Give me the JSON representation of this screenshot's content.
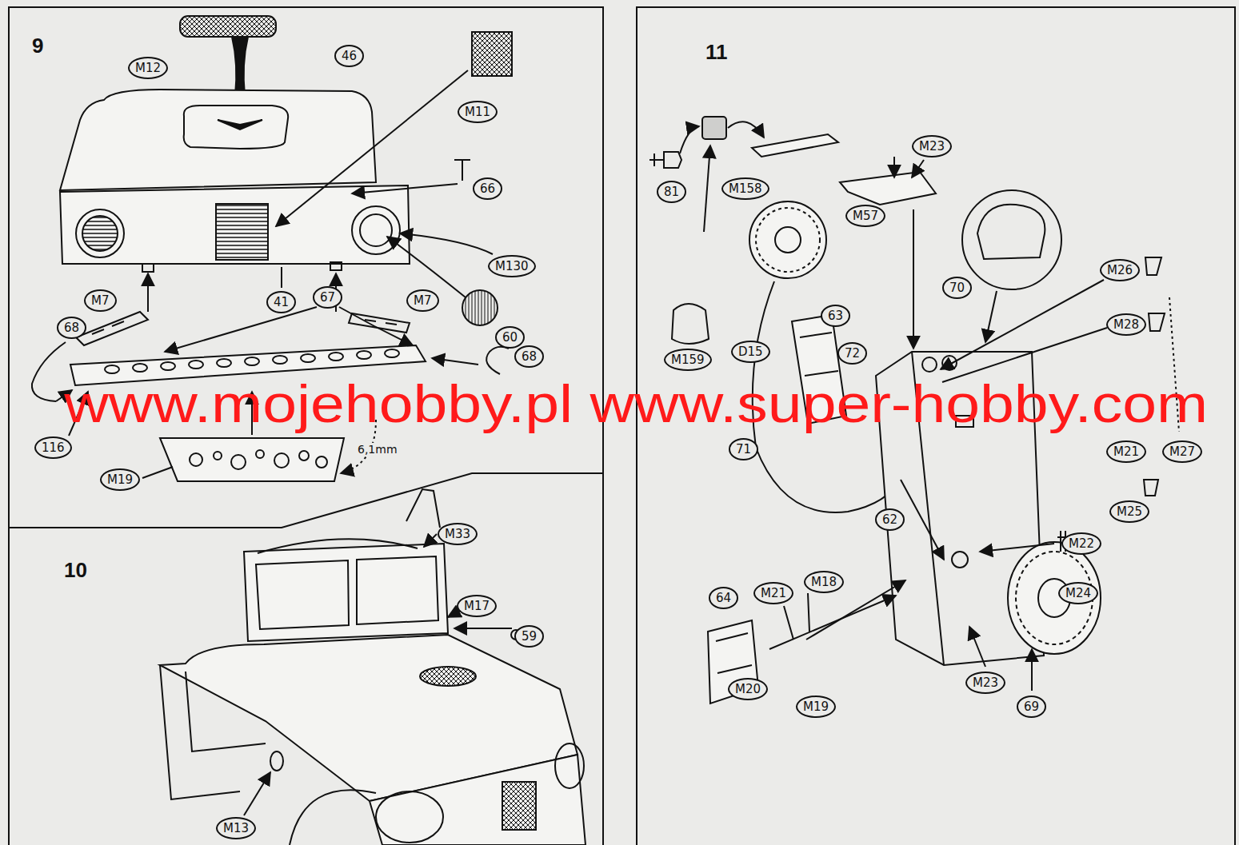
{
  "diagram": {
    "nodes": [
      {
        "text": [
          "9"
        ]
      },
      {
        "text": [
          "10"
        ]
      },
      {
        "text": [
          "11"
        ]
      }
    ],
    "labels": [
      "M12",
      "46",
      "M11",
      "66",
      "M130",
      "60",
      "41",
      "M7",
      "67",
      "M7",
      "68",
      "68",
      "M19",
      "116",
      "6,1mm",
      "M33",
      "M17",
      "59",
      "M13",
      "81",
      "M158",
      "M23",
      "M57",
      "63",
      "M159",
      "70",
      "M26",
      "M28",
      "72",
      "D15",
      "71",
      "M21",
      "M27",
      "M25",
      "62",
      "M22",
      "M24",
      "M23",
      "69",
      "64",
      "M21",
      "M18",
      "M20",
      "M19",
      "www.mojehobby.pl www.super-hobby.com"
    ]
  }
}
